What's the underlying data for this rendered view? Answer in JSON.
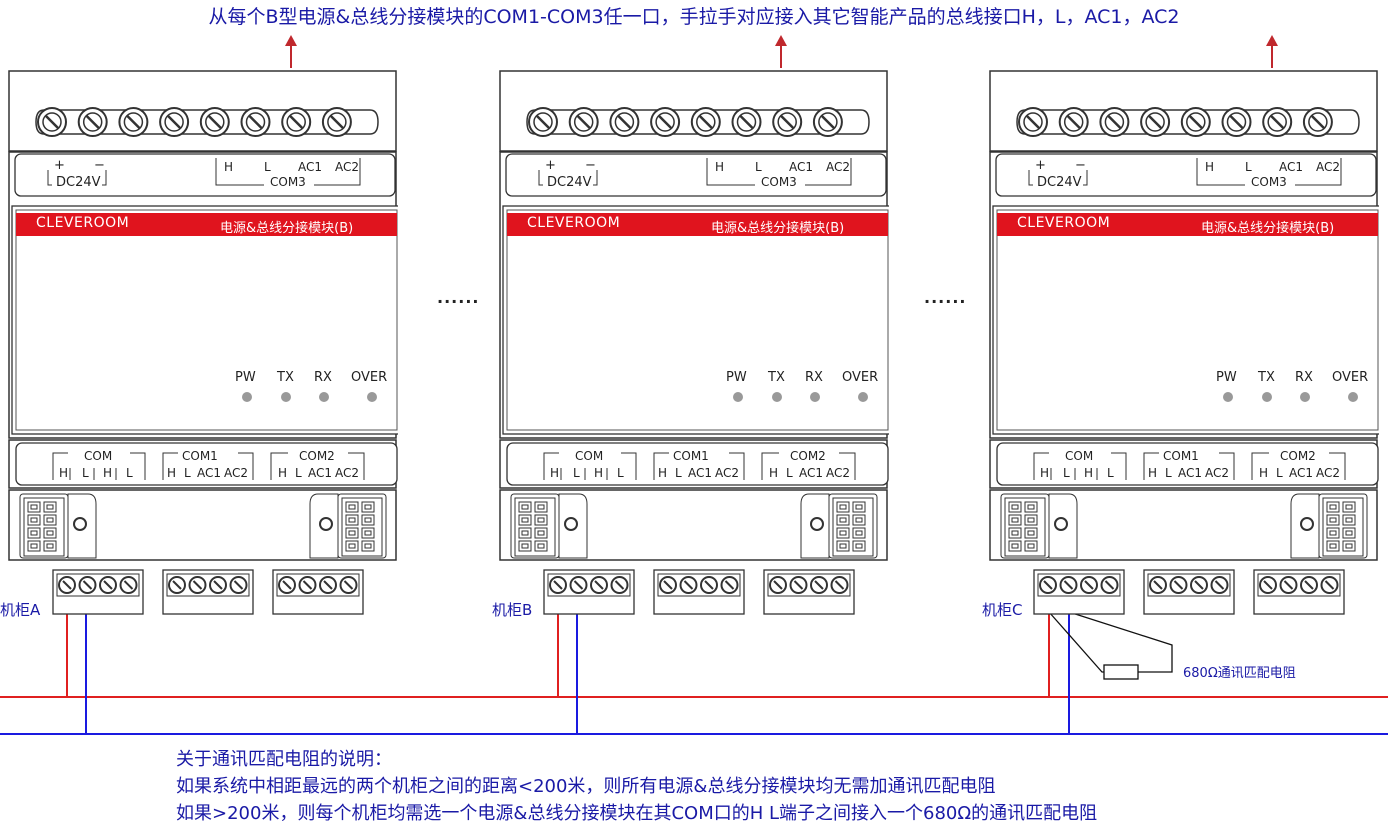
{
  "header_note": "从每个B型电源&总线分接模块的COM1-COM3任一口，手拉手对应接入其它智能产品的总线接口H，L，AC1，AC2",
  "ellipsis": "......",
  "module": {
    "brand": "CLEVEROOM",
    "name": "电源&总线分接模块(B)",
    "power_plus": "+",
    "power_minus": "−",
    "power_label": "DC24V",
    "com3_pins": [
      "H",
      "L",
      "AC1",
      "AC2"
    ],
    "com3_label": "COM3",
    "leds": [
      "PW",
      "TX",
      "RX",
      "OVER"
    ],
    "com_label": "COM",
    "com_pins": [
      "H",
      "L",
      "H",
      "L"
    ],
    "com1_label": "COM1",
    "com1_pins": [
      "H",
      "L",
      "AC1",
      "AC2"
    ],
    "com2_label": "COM2",
    "com2_pins": [
      "H",
      "L",
      "AC1",
      "AC2"
    ]
  },
  "cabinets": [
    "机柜A",
    "机柜B",
    "机柜C"
  ],
  "resistor_label": "680Ω通讯匹配电阻",
  "explanation": {
    "title": "关于通讯匹配电阻的说明：",
    "line1": "如果系统中相距最远的两个机柜之间的距离<200米，则所有电源&总线分接模块均无需加通讯匹配电阻",
    "line2": "如果>200米，则每个机柜均需选一个电源&总线分接模块在其COM口的H L端子之间接入一个680Ω的通讯匹配电阻"
  },
  "colors": {
    "note": "#1a1aa6",
    "bus_h": "#e02020",
    "bus_l": "#1a1ae0",
    "brand_band": "#e0141e",
    "arrow": "#c0282d"
  }
}
